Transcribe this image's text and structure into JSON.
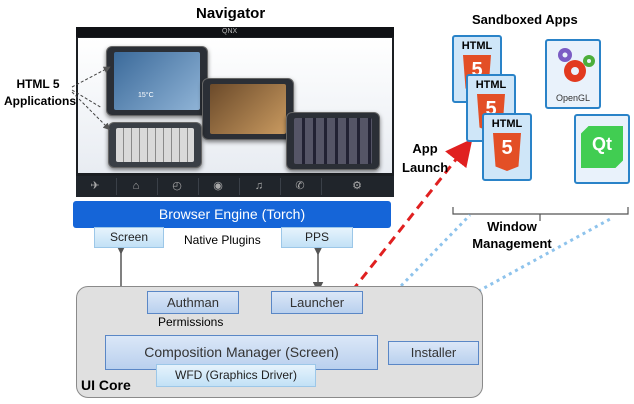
{
  "titles": {
    "navigator": "Navigator",
    "sandboxed_apps": "Sandboxed Apps"
  },
  "labels": {
    "html5_apps": "HTML 5",
    "html5_apps_line2": "Applications",
    "app_launch_line1": "App",
    "app_launch_line2": "Launch",
    "window_mgmt_line1": "Window",
    "window_mgmt_line2": "Management",
    "native_plugins": "Native Plugins",
    "permissions": "Permissions",
    "ui_core": "UI Core"
  },
  "boxes": {
    "browser_engine": "Browser Engine (Torch)",
    "screen": "Screen",
    "pps": "PPS",
    "authman": "Authman",
    "launcher": "Launcher",
    "composition_manager": "Composition Manager (Screen)",
    "installer": "Installer",
    "wfd": "WFD (Graphics Driver)"
  },
  "apps": {
    "html_word": "HTML",
    "html_five": "5",
    "opengl": "OpenGL",
    "qt": "Qt"
  },
  "navigator_screen": {
    "brand": "QNX",
    "weather": "15°C"
  },
  "colors": {
    "browser_engine": "#1565d8",
    "launch_arrow": "#e02020",
    "dotted_line": "#8ec3ec",
    "html5_orange": "#e34f26",
    "qt_green": "#41cd52"
  }
}
